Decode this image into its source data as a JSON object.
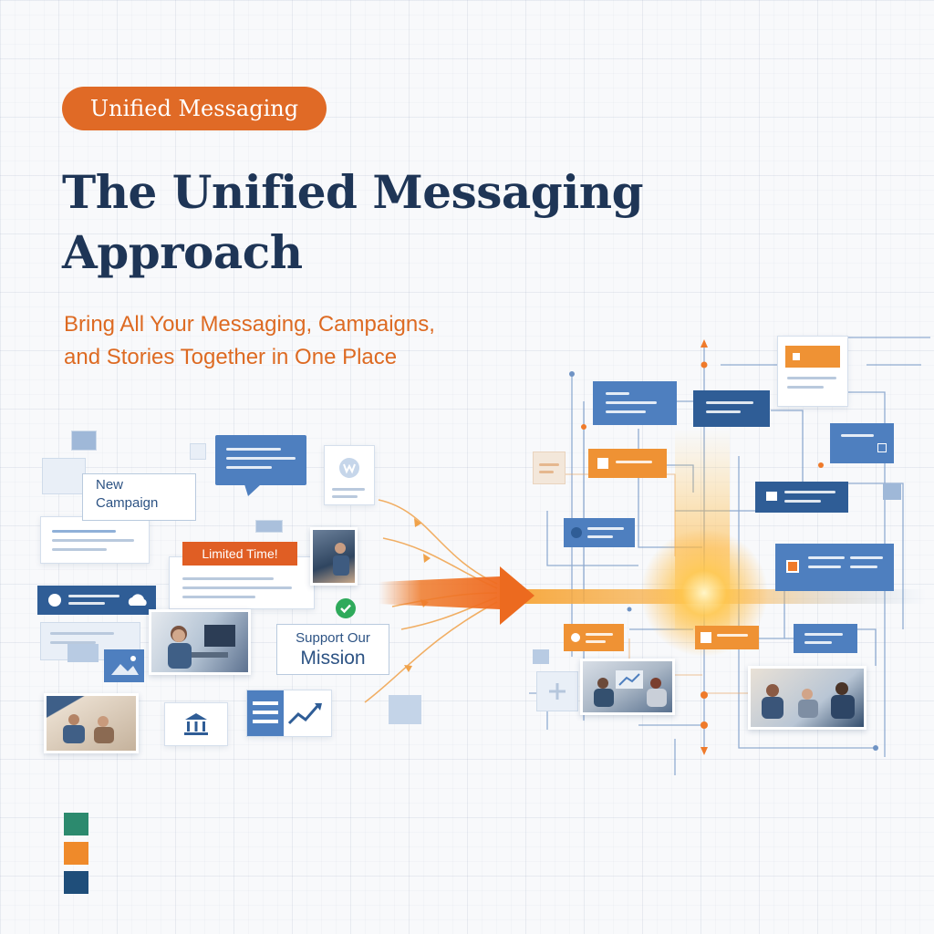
{
  "badge": {
    "label": "Unified Messaging"
  },
  "headline": {
    "line1": "The Unified Messaging",
    "line2": "Approach"
  },
  "subhead": {
    "line1": "Bring All Your Messaging, Campaigns,",
    "line2": "and Stories Together in One Place"
  },
  "cards": {
    "new_campaign": {
      "line1": "New",
      "line2": "Campaign"
    },
    "limited_time": "Limited Time!",
    "support_mission": {
      "line1": "Support Our",
      "line2": "Mission"
    }
  },
  "icons": {
    "bank": "bank-icon",
    "check": "checkmark-icon",
    "arrow": "arrow-right-icon",
    "chart": "trend-chart-icon",
    "photo": "photo-icon"
  },
  "colors": {
    "navy": "#1e3556",
    "orange": "#e06a26",
    "blue": "#4e7fbf",
    "teal": "#2c8a6e",
    "swatch_orange": "#ef8a2a",
    "swatch_navy": "#1f4e7a"
  }
}
